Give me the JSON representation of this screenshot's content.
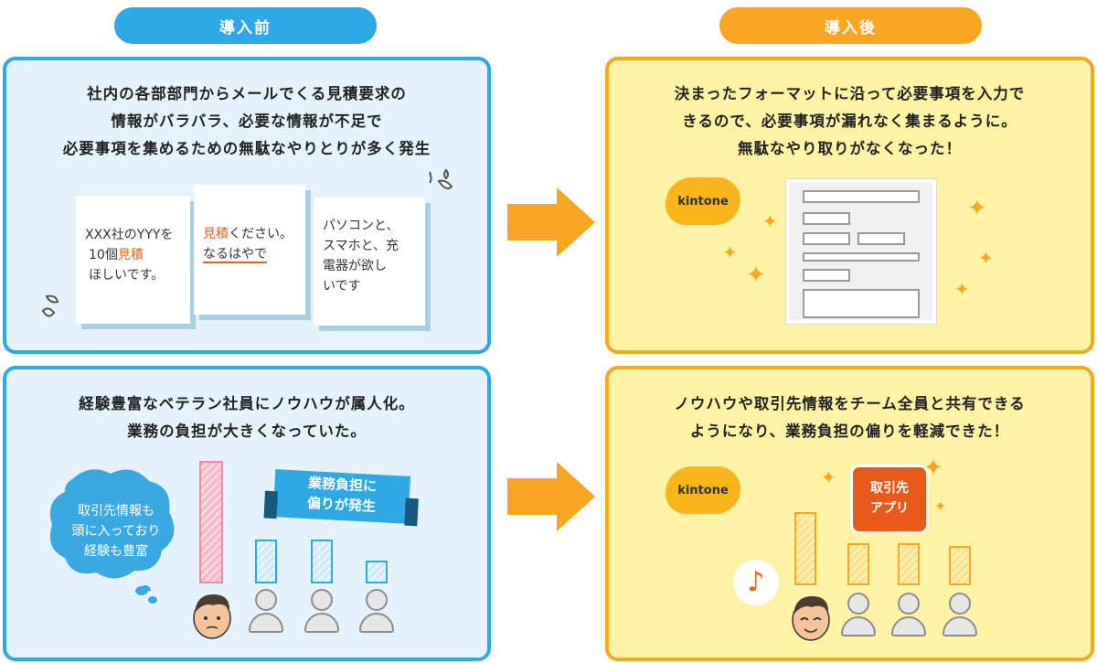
{
  "labels": {
    "before": "導入前",
    "after": "導入後"
  },
  "panel1": {
    "lines": [
      "社内の各部部門からメールでくる見積要求の",
      "情報がバラバラ、必要な情報が不足で",
      "必要事項を集めるための無駄なやりとりが多く発生"
    ],
    "note1": {
      "l1a": "XXX社のYYYを",
      "l2a": "10個",
      "l2b": "見積",
      "l3": "ほしいです。"
    },
    "note2": {
      "l1a": "見積",
      "l1b": "ください。",
      "l2": "なるはやで"
    },
    "note3": {
      "l1": "パソコンと、",
      "l2": "スマホと、充",
      "l3": "電器が欲し",
      "l4": "いです"
    }
  },
  "panel2": {
    "lines": [
      "経験豊富なベテラン社員にノウハウが属人化。",
      "業務の負担が大きくなっていた。"
    ],
    "bubble": [
      "取引先情報も",
      "頭に入っており",
      "経験も豊富"
    ],
    "banner": [
      "業務負担に",
      "偏りが発生"
    ]
  },
  "panel3": {
    "lines": [
      "決まったフォーマットに沿って必要事項を入力で",
      "きるので、必要事項が漏れなく集まるように。",
      "無駄なやり取りがなくなった！"
    ],
    "kintone": "kintone"
  },
  "panel4": {
    "lines": [
      "ノウハウや取引先情報をチーム全員と共有できる",
      "ようになり、業務負担の偏りを軽減できた！"
    ],
    "kintone": "kintone",
    "app": [
      "取引先",
      "アプリ"
    ],
    "music_note": "♪"
  },
  "colors": {
    "blue": "#2fa8e6",
    "orange": "#f8a623",
    "app_red": "#e85a1b"
  }
}
